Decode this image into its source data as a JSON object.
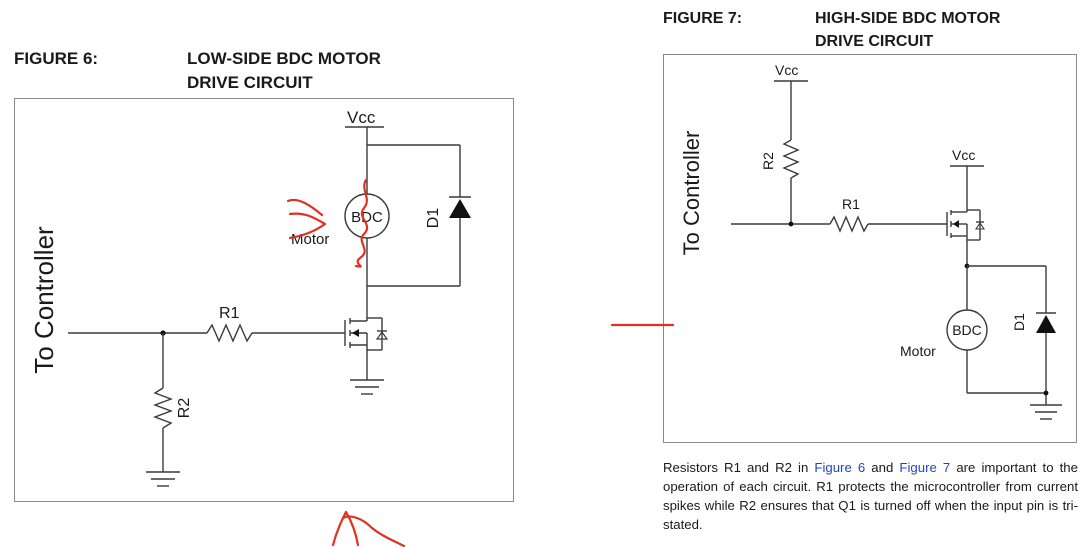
{
  "figure6": {
    "number": "FIGURE 6:",
    "title_line1": "LOW-SIDE BDC MOTOR",
    "title_line2": "DRIVE CIRCUIT",
    "vcc": "Vcc",
    "to_controller": "To Controller",
    "r1": "R1",
    "r2": "R2",
    "d1": "D1",
    "bdc": "BDC",
    "motor": "Motor"
  },
  "figure7": {
    "number": "FIGURE 7:",
    "title_line1": "HIGH-SIDE BDC MOTOR",
    "title_line2": "DRIVE CIRCUIT",
    "vcc_top": "Vcc",
    "vcc_right": "Vcc",
    "to_controller": "To Controller",
    "r1": "R1",
    "r2": "R2",
    "d1": "D1",
    "bdc": "BDC",
    "motor": "Motor"
  },
  "paragraph": {
    "part1": "Resistors R1 and R2 in ",
    "link1": "Figure 6",
    "part2": " and ",
    "link2": "Figure 7",
    "part3": " are important to the operation of each circuit. R1 protects the microcontroller from current spikes while R2 ensures that Q1 is turned off when the input pin is tri-stated."
  },
  "colors": {
    "annotation": "#e03020",
    "link": "#1f47c6",
    "wire": "#3a3a3a",
    "border": "#8a8a8a"
  }
}
